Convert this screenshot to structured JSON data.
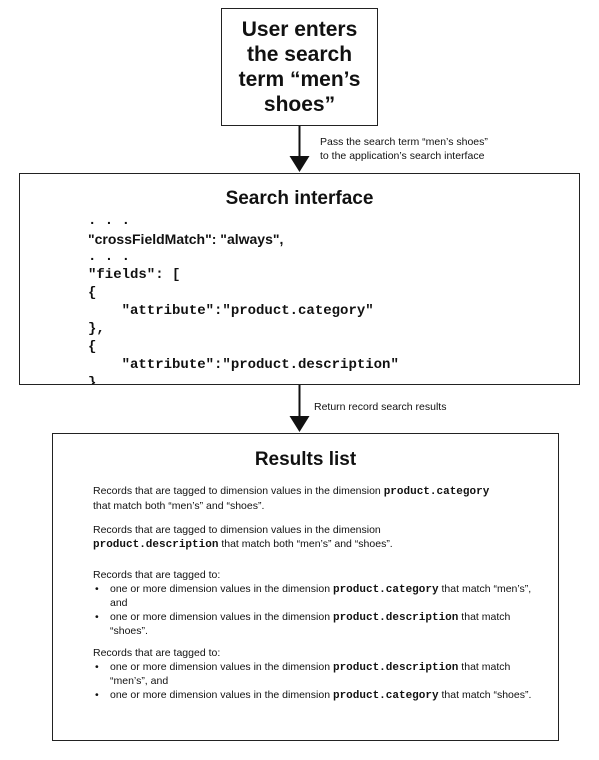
{
  "user_box": {
    "text": "User enters the search term “men’s shoes”"
  },
  "arrow1_label": {
    "line1": "Pass the search term “men’s shoes”",
    "line2": "to the application’s search interface"
  },
  "search_box": {
    "title": "Search interface",
    "code_lines": [
      ". . .",
      "\"crossFieldMatch\": \"always\",",
      ". . .",
      "\"fields\": [",
      "{",
      "    \"attribute\":\"product.category\"",
      "},",
      "{",
      "    \"attribute\":\"product.description\"",
      "},",
      ". . ."
    ]
  },
  "arrow2_label": "Return record search results",
  "results_box": {
    "title": "Results list",
    "p1": {
      "a": "Records that are tagged to dimension values in the dimension ",
      "b": "product.category",
      "c": "that match both “men’s” and “shoes”."
    },
    "p2": {
      "a": "Records that are tagged to dimension values in the dimension",
      "b": "product.description",
      "c": " that match both “men’s” and “shoes”."
    },
    "p3": {
      "intro": "Records that are tagged to:",
      "b1": {
        "a": "one or more dimension values in the dimension ",
        "b": "product.category",
        "c": " that match “men’s”, and"
      },
      "b2": {
        "a": "one or more dimension values in the dimension ",
        "b": "product.description",
        "c": " that match “shoes”."
      }
    },
    "p4": {
      "intro": "Records that are tagged to:",
      "b1": {
        "a": "one or more dimension values in the dimension ",
        "b": "product.description",
        "c": " that match “men’s”, and"
      },
      "b2": {
        "a": "one or more dimension values in the dimension ",
        "b": "product.category",
        "c": " that match “shoes”."
      }
    }
  }
}
